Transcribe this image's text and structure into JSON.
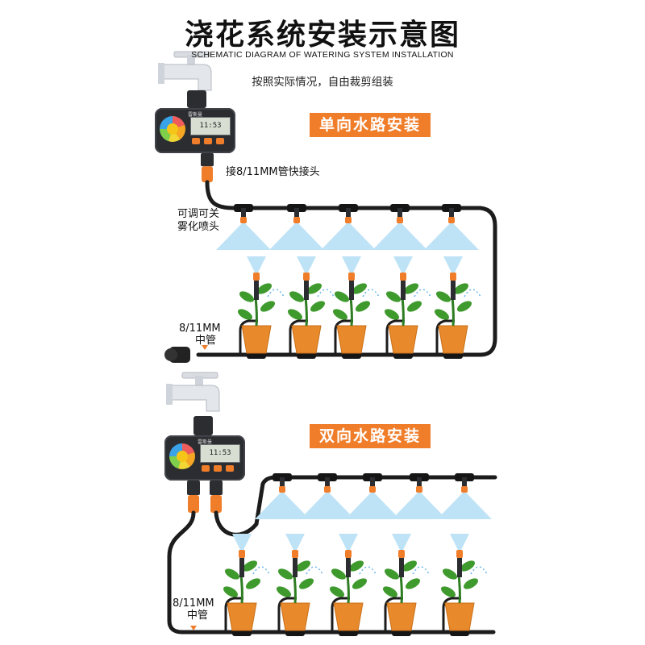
{
  "header": {
    "title": "浇花系统安装示意图",
    "subtitle": "SCHEMATIC DIAGRAM OF WATERING SYSTEM INSTALLATION",
    "note": "按照实际情况，自由裁剪组装"
  },
  "single": {
    "banner": "单向水路安装",
    "connector_label": "接8/11MM管快接头",
    "nozzle_label_line1": "可调可关",
    "nozzle_label_line2": "雾化喷头",
    "pipe_label_line1": "8/11MM",
    "pipe_label_line2": "中管"
  },
  "double": {
    "banner": "双向水路安装",
    "pipe_label_line1": "8/11MM",
    "pipe_label_line2": "中管"
  },
  "device": {
    "brand": "雷斯曼",
    "lcd_single": "11:53",
    "lcd_double": "11:53"
  },
  "colors": {
    "pipe": "#1c1c1c",
    "accent": "#ef7d2a",
    "spray": "#bfe3f6",
    "leaf": "#3f9a2e",
    "pot": "#e88a2b"
  },
  "icons": {
    "faucet": "faucet-icon",
    "timer": "water-timer-icon",
    "nozzle": "mist-nozzle-icon",
    "plant": "potted-plant-icon",
    "end_cap": "end-cap-icon"
  }
}
